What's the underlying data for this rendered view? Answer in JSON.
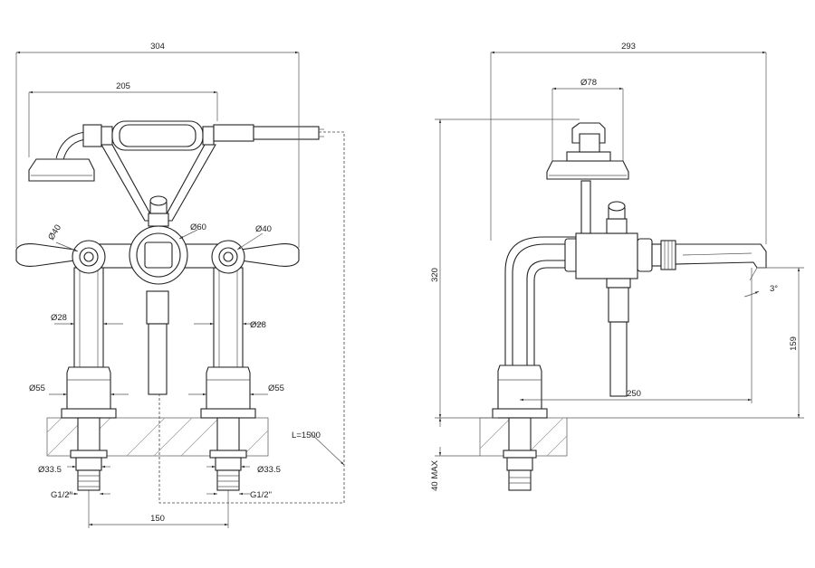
{
  "front_view": {
    "dim_overall_width": "304",
    "dim_handshower": "205",
    "dim_inlet_left": "Ø40",
    "dim_body": "Ø60",
    "dim_inlet_right": "Ø40",
    "dim_leg_left": "Ø28",
    "dim_leg_right": "Ø28",
    "dim_flange_left": "Ø55",
    "dim_flange_right": "Ø55",
    "dim_shank_left": "Ø33.5",
    "dim_shank_right": "Ø33.5",
    "thread_left": "G1/2\"",
    "thread_right": "G1/2\"",
    "dim_centers": "150",
    "hose_length": "L=1500"
  },
  "side_view": {
    "dim_overall_depth": "293",
    "dim_handshower_head": "Ø78",
    "dim_height": "320",
    "dim_spout_angle": "3°",
    "dim_spout_height": "159",
    "dim_spout_reach": "250",
    "dim_deck_thickness": "40 MAX"
  }
}
